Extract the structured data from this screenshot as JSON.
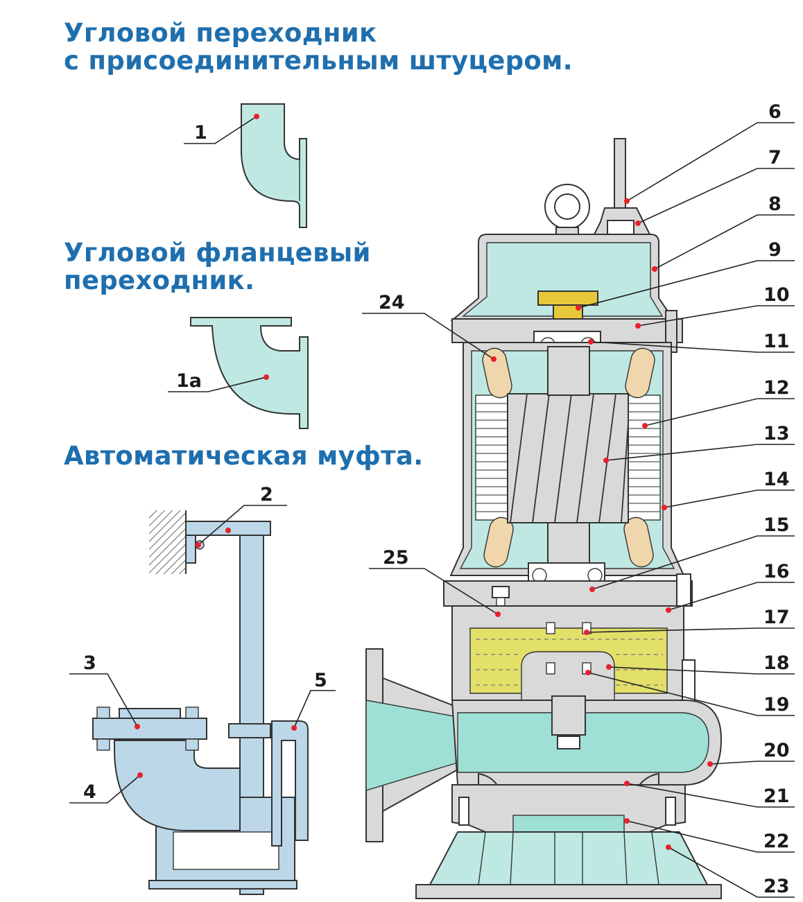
{
  "headings": {
    "elbow_fitting": [
      "Угловой переходник",
      "с присоединительным штуцером."
    ],
    "elbow_flange": [
      "Угловой фланцевый",
      "переходник."
    ],
    "auto_coupling": [
      "Автоматическая муфта."
    ]
  },
  "callouts": [
    "1",
    "1а",
    "2",
    "3",
    "4",
    "5",
    "6",
    "7",
    "8",
    "9",
    "10",
    "11",
    "12",
    "13",
    "14",
    "15",
    "16",
    "17",
    "18",
    "19",
    "20",
    "21",
    "22",
    "23",
    "24",
    "25"
  ],
  "colors": {
    "heading": "#1f6fae",
    "water": "#bfe8e2",
    "pump_water": "#9ee0d6",
    "coupling_steel": "#bcd8e8",
    "oil": "#e3e06a",
    "brass": "#e8c83a",
    "winding": "#efd6ac",
    "marker": "#e8202a"
  }
}
